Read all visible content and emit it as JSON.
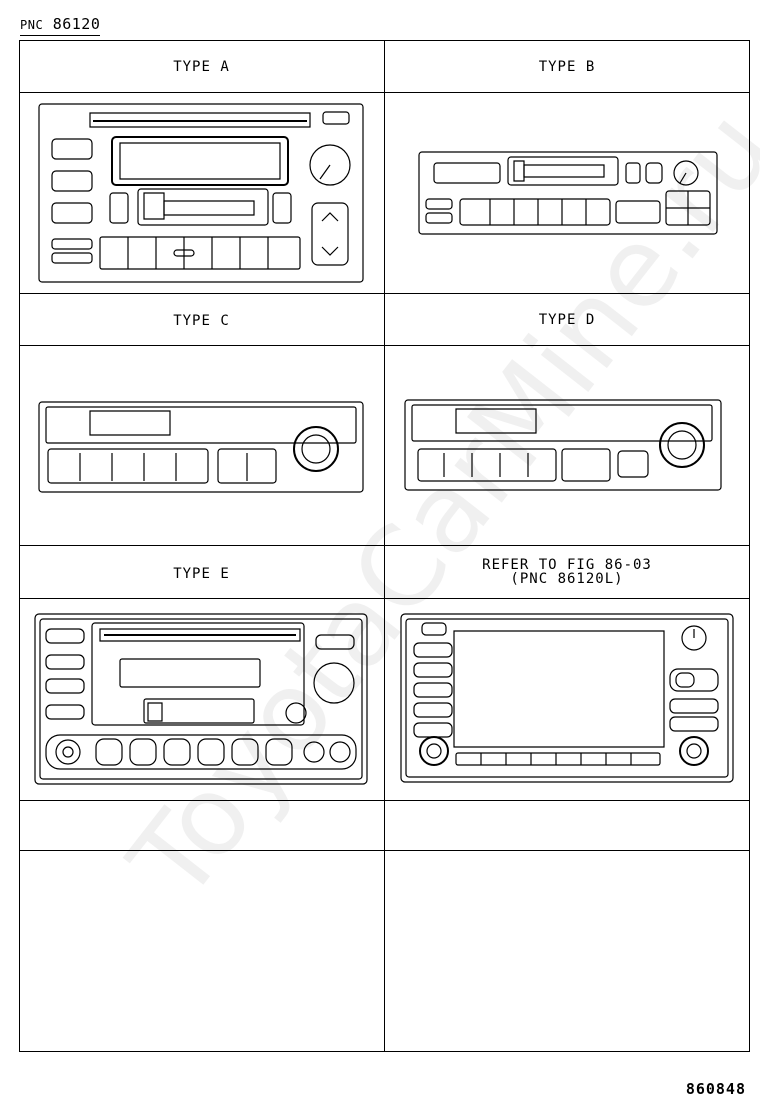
{
  "header": {
    "pnc_prefix": "PNC",
    "pnc_number": "86120"
  },
  "cells": [
    {
      "label": "TYPE A"
    },
    {
      "label": "TYPE B"
    },
    {
      "label": "TYPE C"
    },
    {
      "label": "TYPE D"
    },
    {
      "label": "TYPE E"
    },
    {
      "label": "REFER TO FIG 86-03\n(PNC 86120L)"
    },
    {
      "label": ""
    },
    {
      "label": ""
    }
  ],
  "footer": {
    "figure_code": "860848"
  },
  "watermark": "ToyotaCarMine.ru"
}
